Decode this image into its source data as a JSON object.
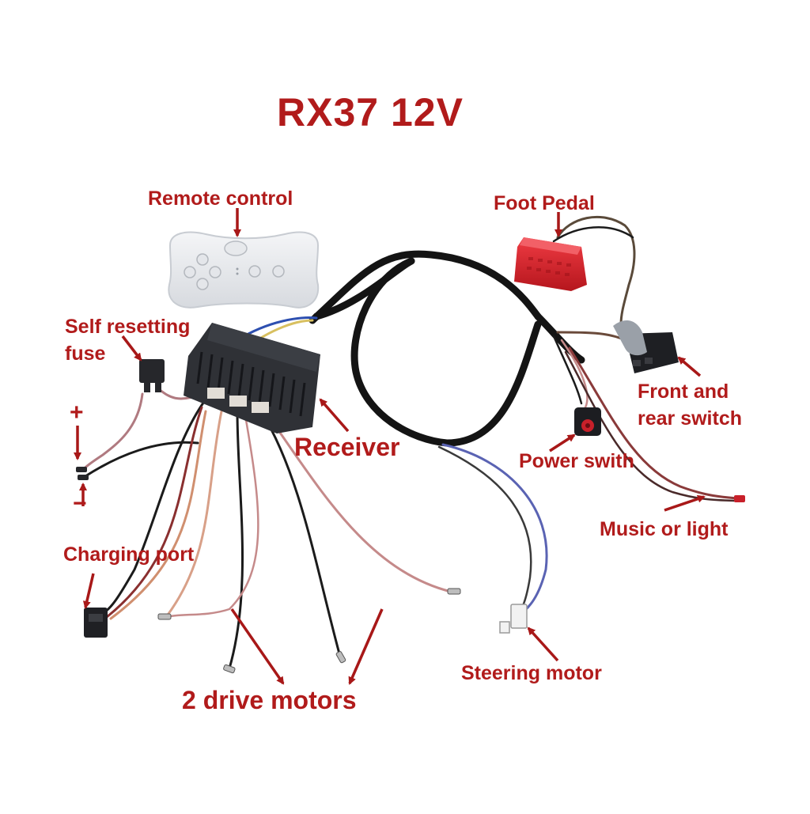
{
  "title": "RX37 12V",
  "labels": {
    "remote_control": "Remote control",
    "foot_pedal": "Foot Pedal",
    "self_resetting_1": "Self resetting",
    "self_resetting_2": "fuse",
    "front_rear_1": "Front and",
    "front_rear_2": "rear switch",
    "receiver": "Receiver",
    "power_switch": "Power swith",
    "music_light": "Music or light",
    "charging_port": "Charging port",
    "steering_motor": "Steering motor",
    "drive_motors": "2 drive motors",
    "plus": "+",
    "minus": "−"
  },
  "colors": {
    "label": "#b11b1b",
    "arrow": "#a81818",
    "pedal": "#d8262e",
    "receiver": "#2f3136",
    "remote": "#e9ebef",
    "harness": "#141414"
  }
}
